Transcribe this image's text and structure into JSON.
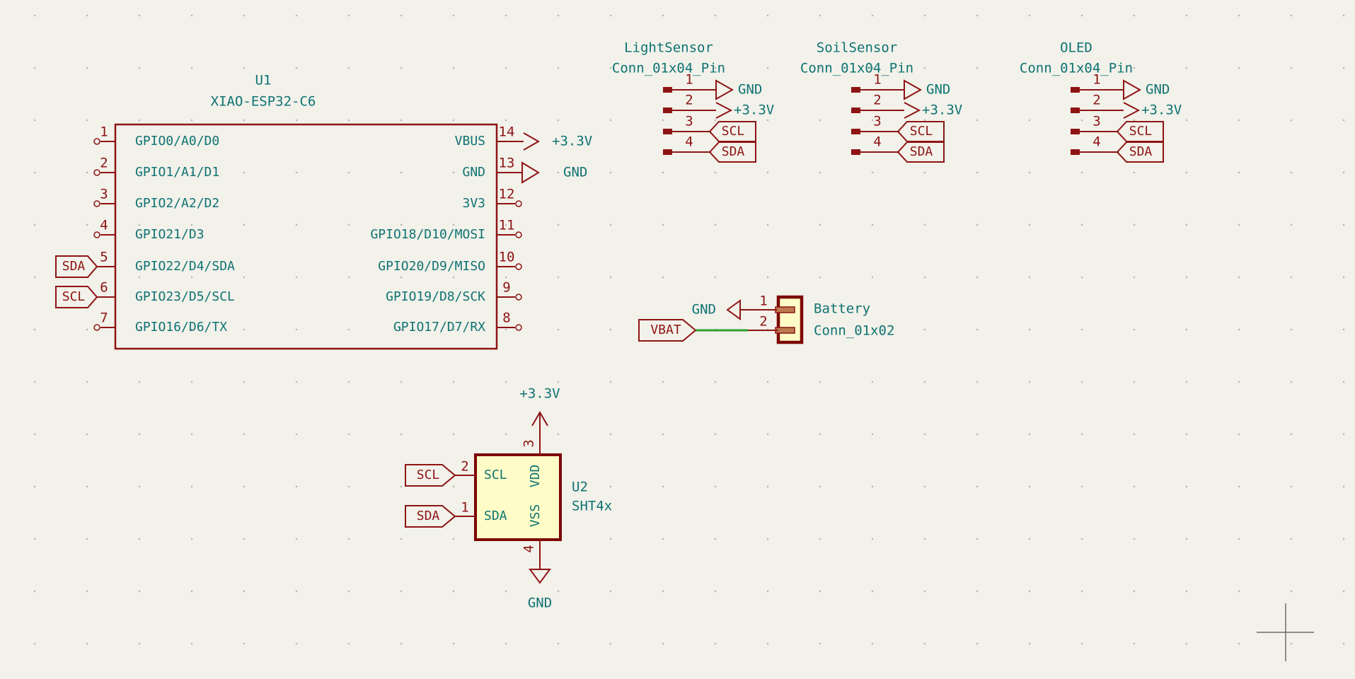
{
  "colors": {
    "background": "#f2f1ea",
    "symbol_red": "#8e1414",
    "symbol_dark_red": "#7c0606",
    "text_teal": "#0f7373",
    "fill_yellow": "#fffcc7",
    "wire_green": "#2f9e2f",
    "pad_tan": "#bd7a50",
    "grid_dot": "#b5b4ae",
    "crosshair_gray": "#6f6c67"
  },
  "u1": {
    "reference": "U1",
    "value": "XIAO-ESP32-C6",
    "left_pins": [
      {
        "number": "1",
        "name": "GPIO0/A0/D0"
      },
      {
        "number": "2",
        "name": "GPIO1/A1/D1"
      },
      {
        "number": "3",
        "name": "GPIO2/A2/D2"
      },
      {
        "number": "4",
        "name": "GPIO21/D3"
      },
      {
        "number": "5",
        "name": "GPIO22/D4/SDA",
        "net_label": "SDA"
      },
      {
        "number": "6",
        "name": "GPIO23/D5/SCL",
        "net_label": "SCL"
      },
      {
        "number": "7",
        "name": "GPIO16/D6/TX"
      }
    ],
    "right_pins": [
      {
        "number": "14",
        "name": "VBUS",
        "net_label": "+3.3V"
      },
      {
        "number": "13",
        "name": "GND",
        "net_label": "GND"
      },
      {
        "number": "12",
        "name": "3V3"
      },
      {
        "number": "11",
        "name": "GPIO18/D10/MOSI"
      },
      {
        "number": "10",
        "name": "GPIO20/D9/MISO"
      },
      {
        "number": "9",
        "name": "GPIO19/D8/SCK"
      },
      {
        "number": "8",
        "name": "GPIO17/D7/RX"
      }
    ]
  },
  "connectors": [
    {
      "reference": "LightSensor",
      "value": "Conn_01x04_Pin",
      "pins": [
        {
          "number": "1",
          "net_label": "GND"
        },
        {
          "number": "2",
          "net_label": "+3.3V"
        },
        {
          "number": "3",
          "net_label": "SCL"
        },
        {
          "number": "4",
          "net_label": "SDA"
        }
      ]
    },
    {
      "reference": "SoilSensor",
      "value": "Conn_01x04_Pin",
      "pins": [
        {
          "number": "1",
          "net_label": "GND"
        },
        {
          "number": "2",
          "net_label": "+3.3V"
        },
        {
          "number": "3",
          "net_label": "SCL"
        },
        {
          "number": "4",
          "net_label": "SDA"
        }
      ]
    },
    {
      "reference": "OLED",
      "value": "Conn_01x04_Pin",
      "pins": [
        {
          "number": "1",
          "net_label": "GND"
        },
        {
          "number": "2",
          "net_label": "+3.3V"
        },
        {
          "number": "3",
          "net_label": "SCL"
        },
        {
          "number": "4",
          "net_label": "SDA"
        }
      ]
    }
  ],
  "battery": {
    "reference": "Battery",
    "value": "Conn_01x02",
    "pins": [
      {
        "number": "1",
        "net_label": "GND"
      },
      {
        "number": "2",
        "net_label": "VBAT"
      }
    ]
  },
  "u2": {
    "reference": "U2",
    "value": "SHT4x",
    "left_pins": [
      {
        "number": "2",
        "name": "SCL",
        "net_label": "SCL"
      },
      {
        "number": "1",
        "name": "SDA",
        "net_label": "SDA"
      }
    ],
    "top_pin": {
      "number": "3",
      "name": "VDD",
      "net_label": "+3.3V"
    },
    "bottom_pin": {
      "number": "4",
      "name": "VSS",
      "net_label": "GND"
    }
  }
}
